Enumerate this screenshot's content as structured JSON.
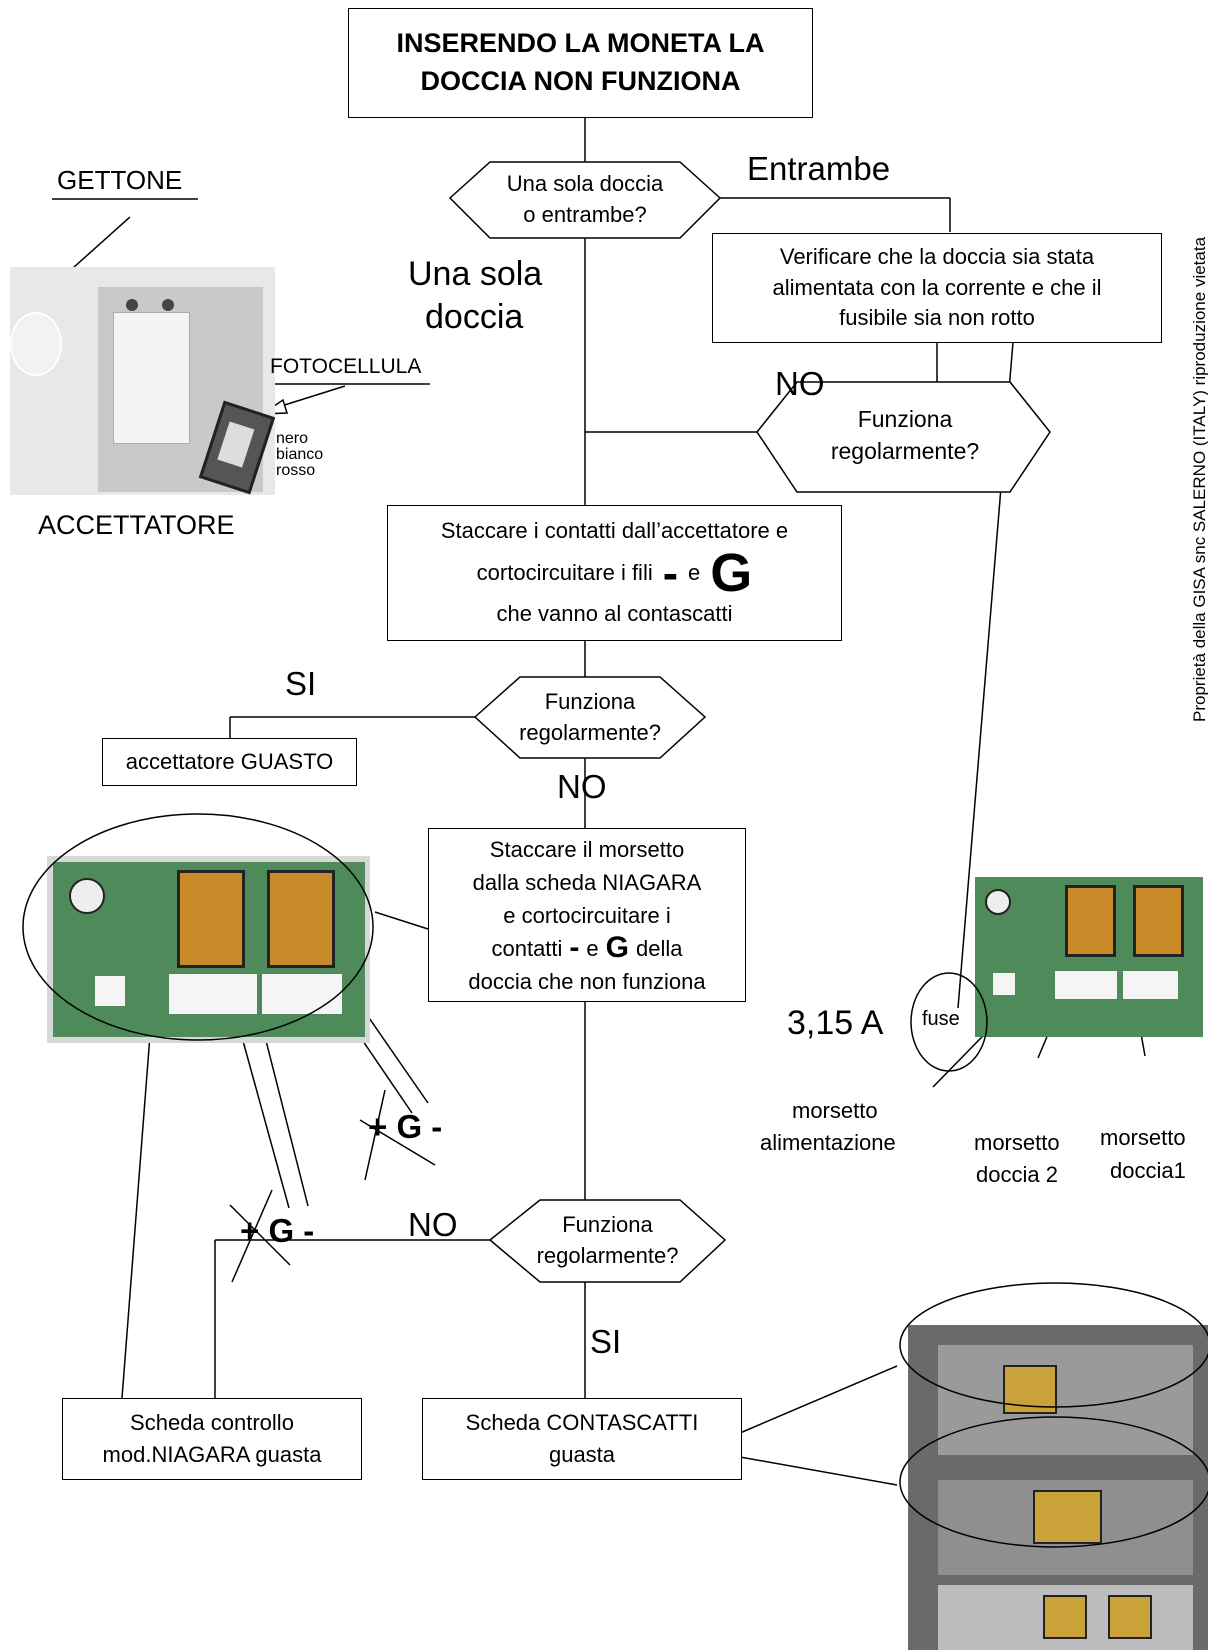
{
  "title": {
    "line1": "INSERENDO LA MONETA LA",
    "line2": "DOCCIA NON FUNZIONA"
  },
  "decisions": {
    "d1": {
      "line1": "Una sola doccia",
      "line2": "o entrambe?"
    },
    "d2": {
      "line1": "Funziona",
      "line2": "regolarmente?"
    },
    "d3": {
      "line1": "Funziona",
      "line2": "regolarmente?"
    },
    "d4": {
      "line1": "Funziona",
      "line2": "regolarmente?"
    }
  },
  "branch_labels": {
    "entrambe": "Entrambe",
    "una_sola_1": "Una sola",
    "una_sola_2": "doccia",
    "no_1": "NO",
    "si_1": "SI",
    "no_2": "NO",
    "no_3": "NO",
    "si_2": "SI"
  },
  "boxes": {
    "verify": {
      "line1": "Verificare che la doccia sia stata",
      "line2": "alimentata con la corrente e che il",
      "line3": "fusibile sia non rotto"
    },
    "staccare1": {
      "line1": "Staccare i contatti  dall’accettatore e",
      "line2_pre": "cortocircuitare i fili",
      "dash": "-",
      "e": "e",
      "g": "G",
      "line3": "che vanno al contascatti"
    },
    "acc_guasto": "accettatore GUASTO",
    "staccare2": {
      "line1": "Staccare il morsetto",
      "line2": "dalla scheda NIAGARA",
      "line3": "e cortocircuitare i",
      "line4_pre": "contatti",
      "dash": "-",
      "e": "e",
      "g": "G",
      "line4_post": "della",
      "line5": "doccia che non funziona"
    },
    "niagara_guasta": {
      "line1": "Scheda controllo",
      "line2": "mod.NIAGARA guasta"
    },
    "contascatti_guasta": {
      "line1": "Scheda CONTASCATTI",
      "line2": "guasta"
    }
  },
  "photo_labels": {
    "gettone": "GETTONE",
    "fotocellula": "FOTOCELLULA",
    "nero": "nero",
    "bianco": "bianco",
    "rosso": "rosso",
    "accettatore": "ACCETTATORE",
    "fuse_value": "3,15 A",
    "fuse": "fuse",
    "morsetto_alim_1": "morsetto",
    "morsetto_alim_2": "alimentazione",
    "morsetto_d2_1": "morsetto",
    "morsetto_d2_2": "doccia 2",
    "morsetto_d1_1": "morsetto",
    "morsetto_d1_2": "doccia1",
    "pgm_1": "+ G -",
    "pgm_2": "+ G -"
  },
  "side_note": "Proprietà della GISA snc SALERNO (ITALY) riproduzione vietata",
  "colors": {
    "board_green": "#4f8a5a",
    "relay_orange": "#c98a2a",
    "photo_gray": "#cfcfcf"
  }
}
